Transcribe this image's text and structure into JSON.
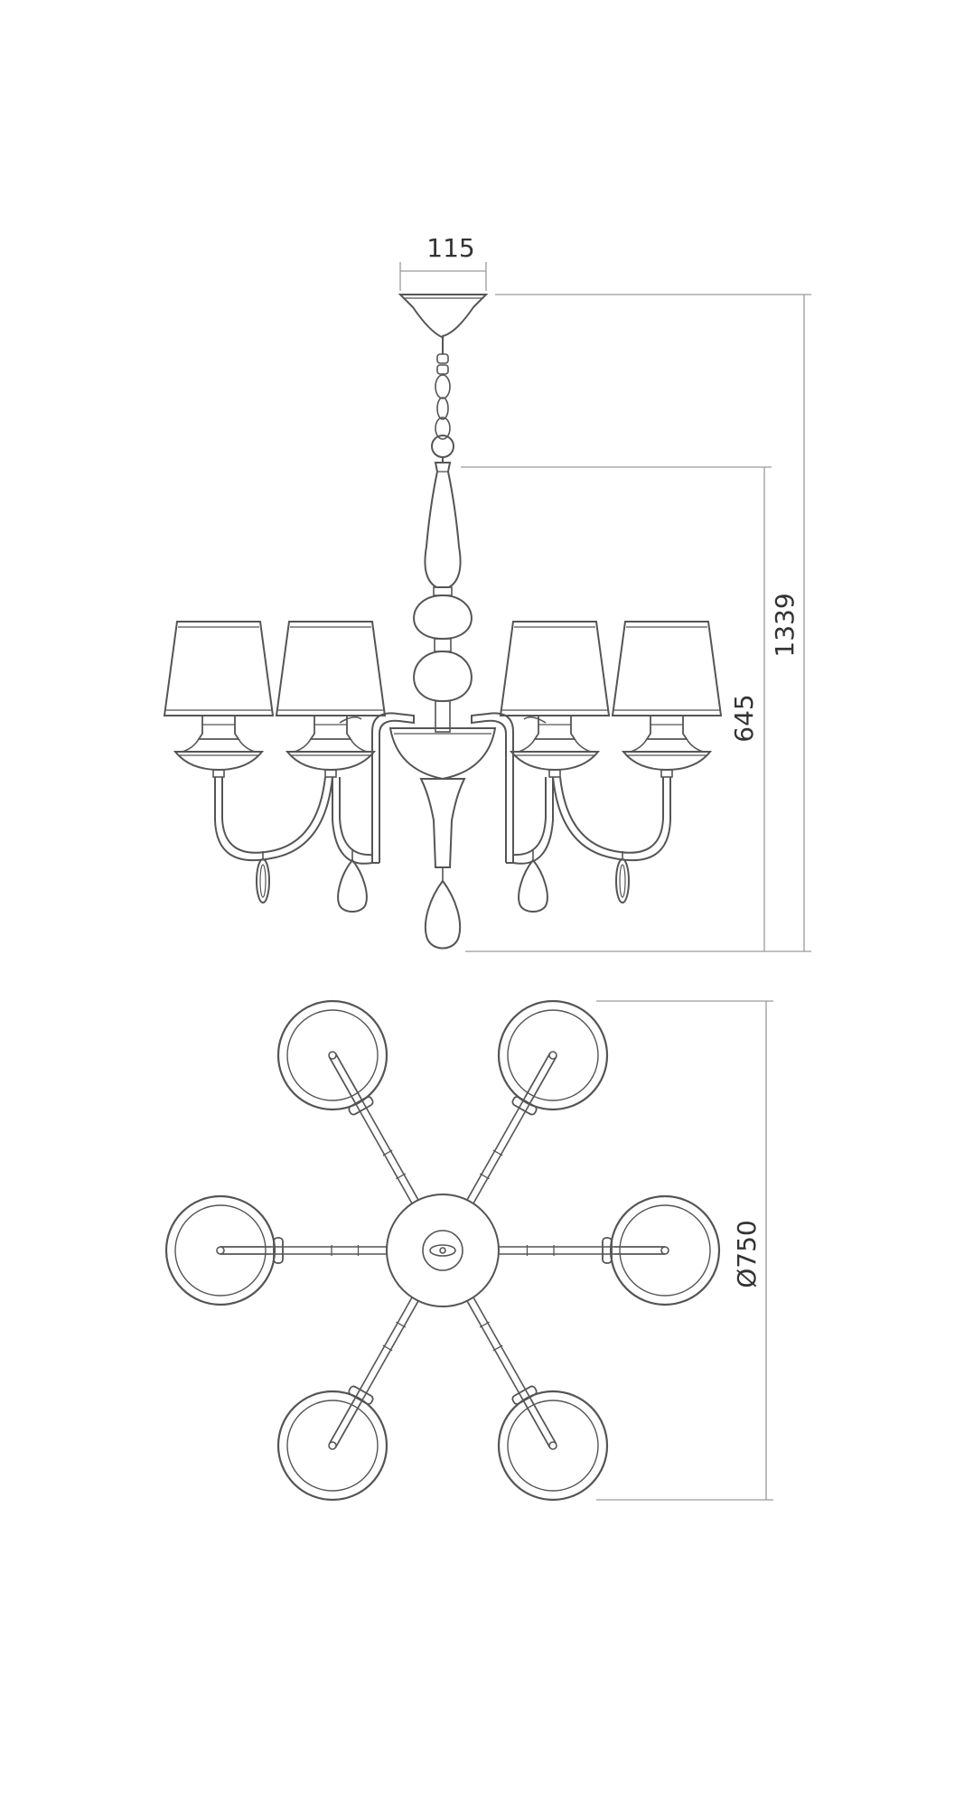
{
  "dimensions": {
    "canopy_width": "115",
    "total_height": "1339",
    "body_height": "645",
    "diameter": "Ø750"
  },
  "colors": {
    "line": "#555555",
    "dimension_line": "#9a9a9a",
    "text": "#333333",
    "background": "#ffffff"
  }
}
